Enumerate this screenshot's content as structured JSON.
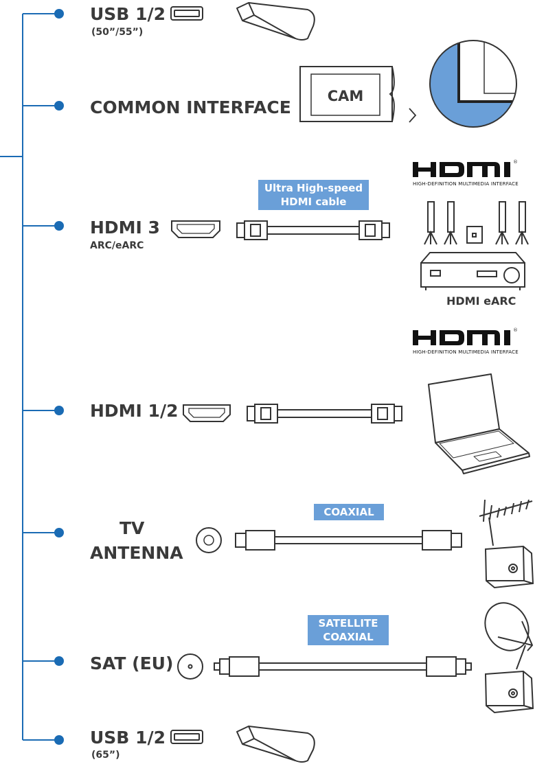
{
  "colors": {
    "line": "#1a6bb4",
    "badge": "#6a9fd8",
    "text": "#3a3a3a",
    "cam_zoom": "#6a9fd8"
  },
  "ports": {
    "usb_top": {
      "label": "USB 1/2",
      "sub": "(50”/55”)"
    },
    "ci": {
      "label": "COMMON INTERFACE",
      "cam": "CAM"
    },
    "hdmi3": {
      "label": "HDMI 3",
      "sub": "ARC/eARC",
      "cable": "Ultra High-speed HDMI cable",
      "cable_line1": "Ultra High-speed",
      "cable_line2": "HDMI cable",
      "device": "HDMI eARC"
    },
    "hdmi12": {
      "label": "HDMI 1/2"
    },
    "antenna": {
      "label_line1": "TV",
      "label_line2": "ANTENNA",
      "cable": "COAXIAL"
    },
    "sat": {
      "label": "SAT (EU)",
      "cable_line1": "SATELLITE",
      "cable_line2": "COAXIAL"
    },
    "usb_bottom": {
      "label": "USB 1/2",
      "sub": "(65”)"
    }
  },
  "hdmi_logo": {
    "wordmark": "HDMI",
    "tagline": "HIGH-DEFINITION MULTIMEDIA INTERFACE"
  },
  "icons": [
    "usb-port-icon",
    "usb-stick-icon",
    "cam-module-icon",
    "hdmi-port-icon",
    "hdmi-cable-icon",
    "speaker-icon",
    "receiver-icon",
    "laptop-icon",
    "coax-port-icon",
    "coax-cable-icon",
    "tv-aerial-icon",
    "wall-socket-icon",
    "satellite-dish-icon"
  ]
}
